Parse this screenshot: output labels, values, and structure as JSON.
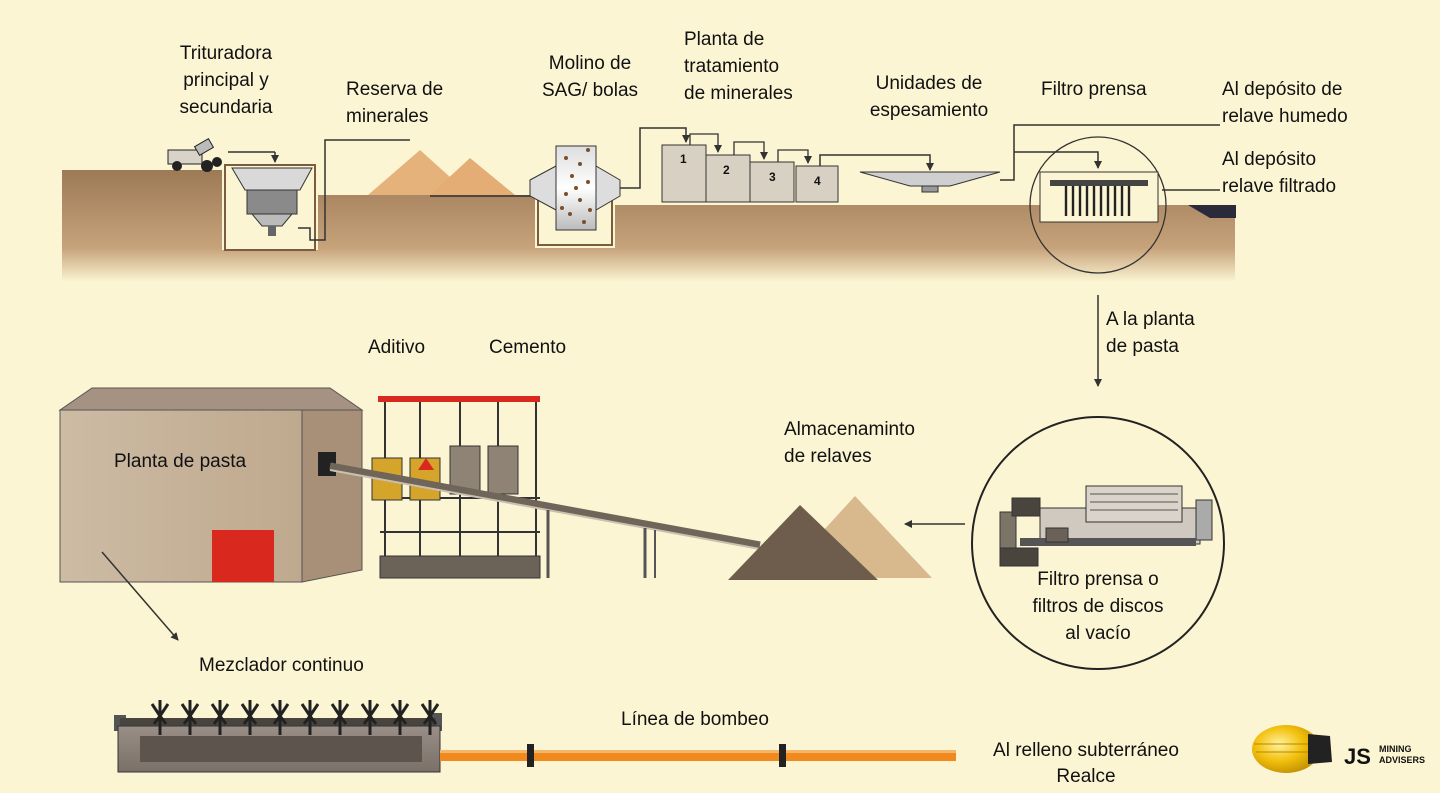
{
  "labels": {
    "trituradora": "Trituradora\nprincipal y\nsecundaria",
    "reserva": "Reserva de\nminerales",
    "molino": "Molino de\nSAG/ bolas",
    "planta_tratamiento": "Planta de\ntratamiento\nde minerales",
    "espesamiento": "Unidades de\nespesamiento",
    "filtro_prensa": "Filtro prensa",
    "deposito_humedo": "Al depósito de\nrelave humedo",
    "deposito_filtrado": "Al depósito\nrelave filtrado",
    "a_planta_pasta": "A la planta\nde pasta",
    "aditivo": "Aditivo",
    "cemento": "Cemento",
    "planta_pasta": "Planta de pasta",
    "almacenamiento": "Almacenaminto\nde relaves",
    "filtro_discos": "Filtro prensa o\nfiltros de discos\nal vacío",
    "mezclador": "Mezclador continuo",
    "linea_bombeo": "Línea de bombeo",
    "relleno": "Al relleno subterráneo\nRealce"
  },
  "tank_numbers": [
    "1",
    "2",
    "3",
    "4"
  ],
  "logo": {
    "initials": "JS",
    "line1": "MINING",
    "line2": "ADVISERS"
  },
  "colors": {
    "background": "#fbf5d3",
    "ground": "#b08a62",
    "pipeline": "#f08a1e",
    "cement_silo": "#d4a52a",
    "door": "#d9291e",
    "logo_gold": "#f2c00c"
  }
}
